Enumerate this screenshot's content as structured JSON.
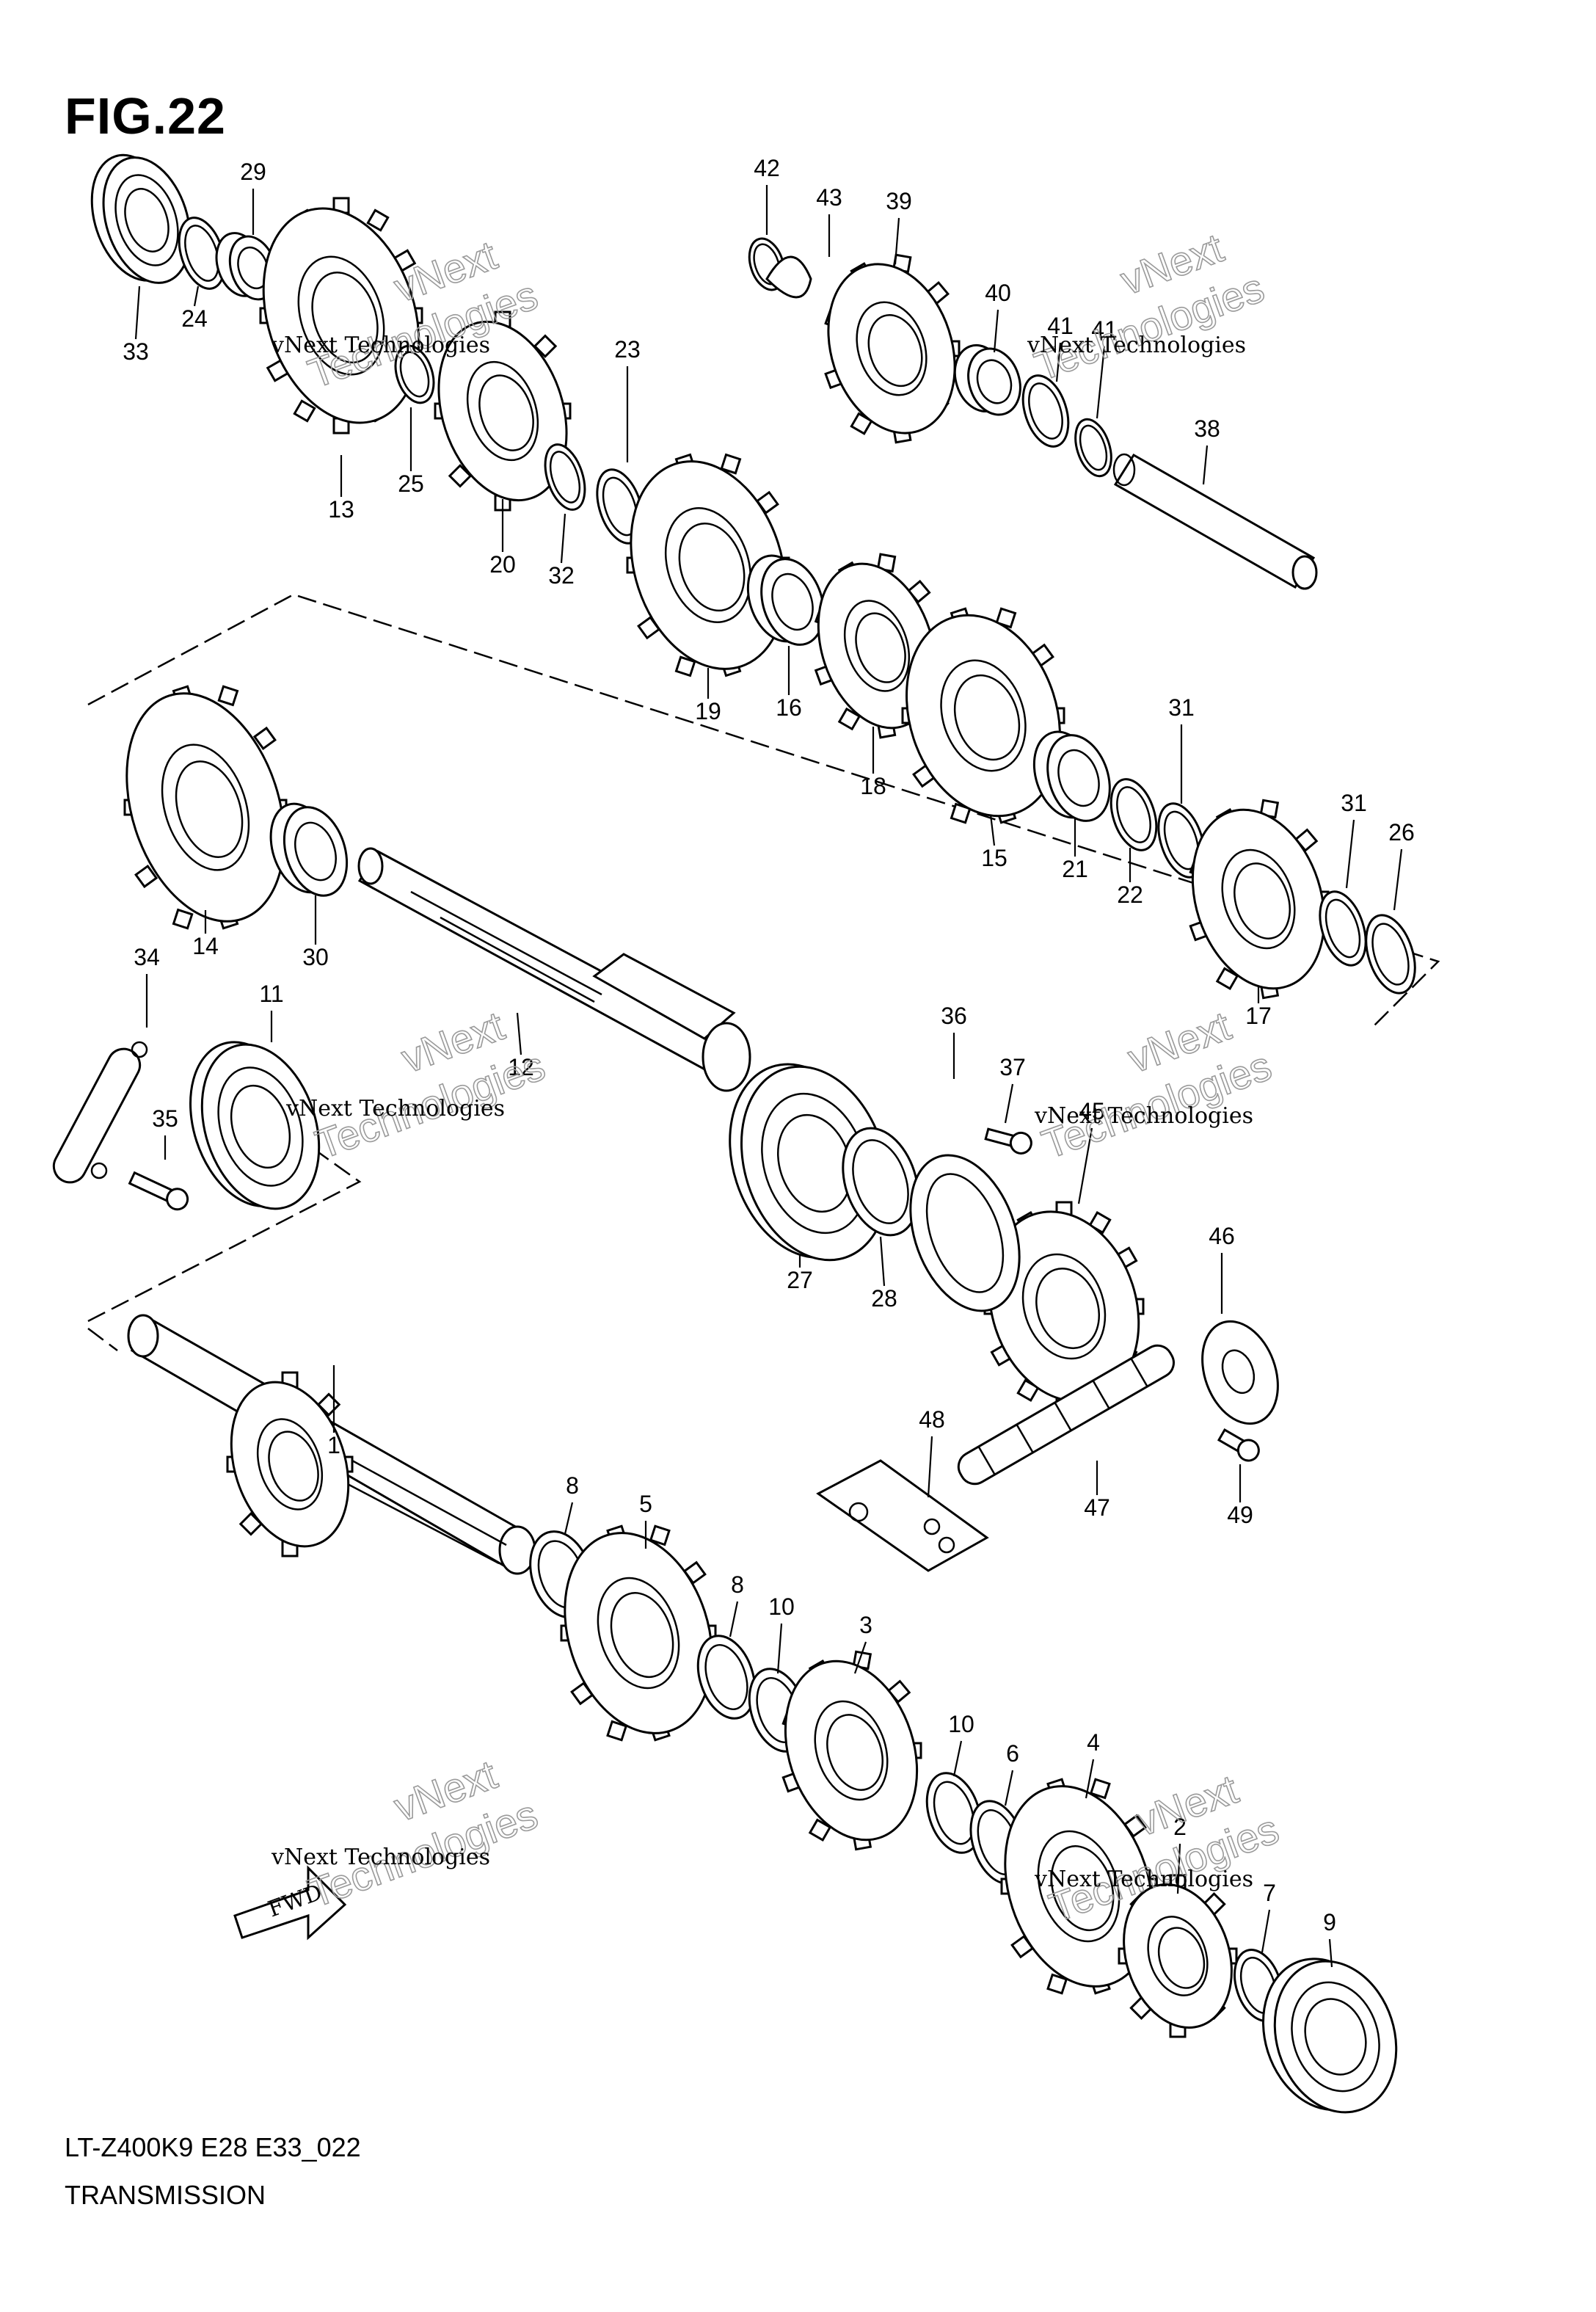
{
  "figure": {
    "title": "FIG.22",
    "model_code": "LT-Z400K9 E28 E33_022",
    "section_title": "TRANSMISSION"
  },
  "watermark": {
    "line1": "vNext Technologies",
    "brand_top": "vNext",
    "brand_bottom": "Technologies"
  },
  "fwd_arrow": {
    "label": "FWD"
  },
  "callouts": [
    "1",
    "2",
    "3",
    "4",
    "5",
    "6",
    "7",
    "8",
    "8",
    "9",
    "10",
    "10",
    "11",
    "12",
    "13",
    "14",
    "15",
    "16",
    "17",
    "18",
    "19",
    "20",
    "21",
    "22",
    "23",
    "24",
    "25",
    "26",
    "27",
    "28",
    "29",
    "30",
    "31",
    "31",
    "32",
    "33",
    "34",
    "35",
    "36",
    "37",
    "38",
    "39",
    "40",
    "41",
    "41",
    "42",
    "43",
    "45",
    "46",
    "47",
    "48",
    "49"
  ]
}
